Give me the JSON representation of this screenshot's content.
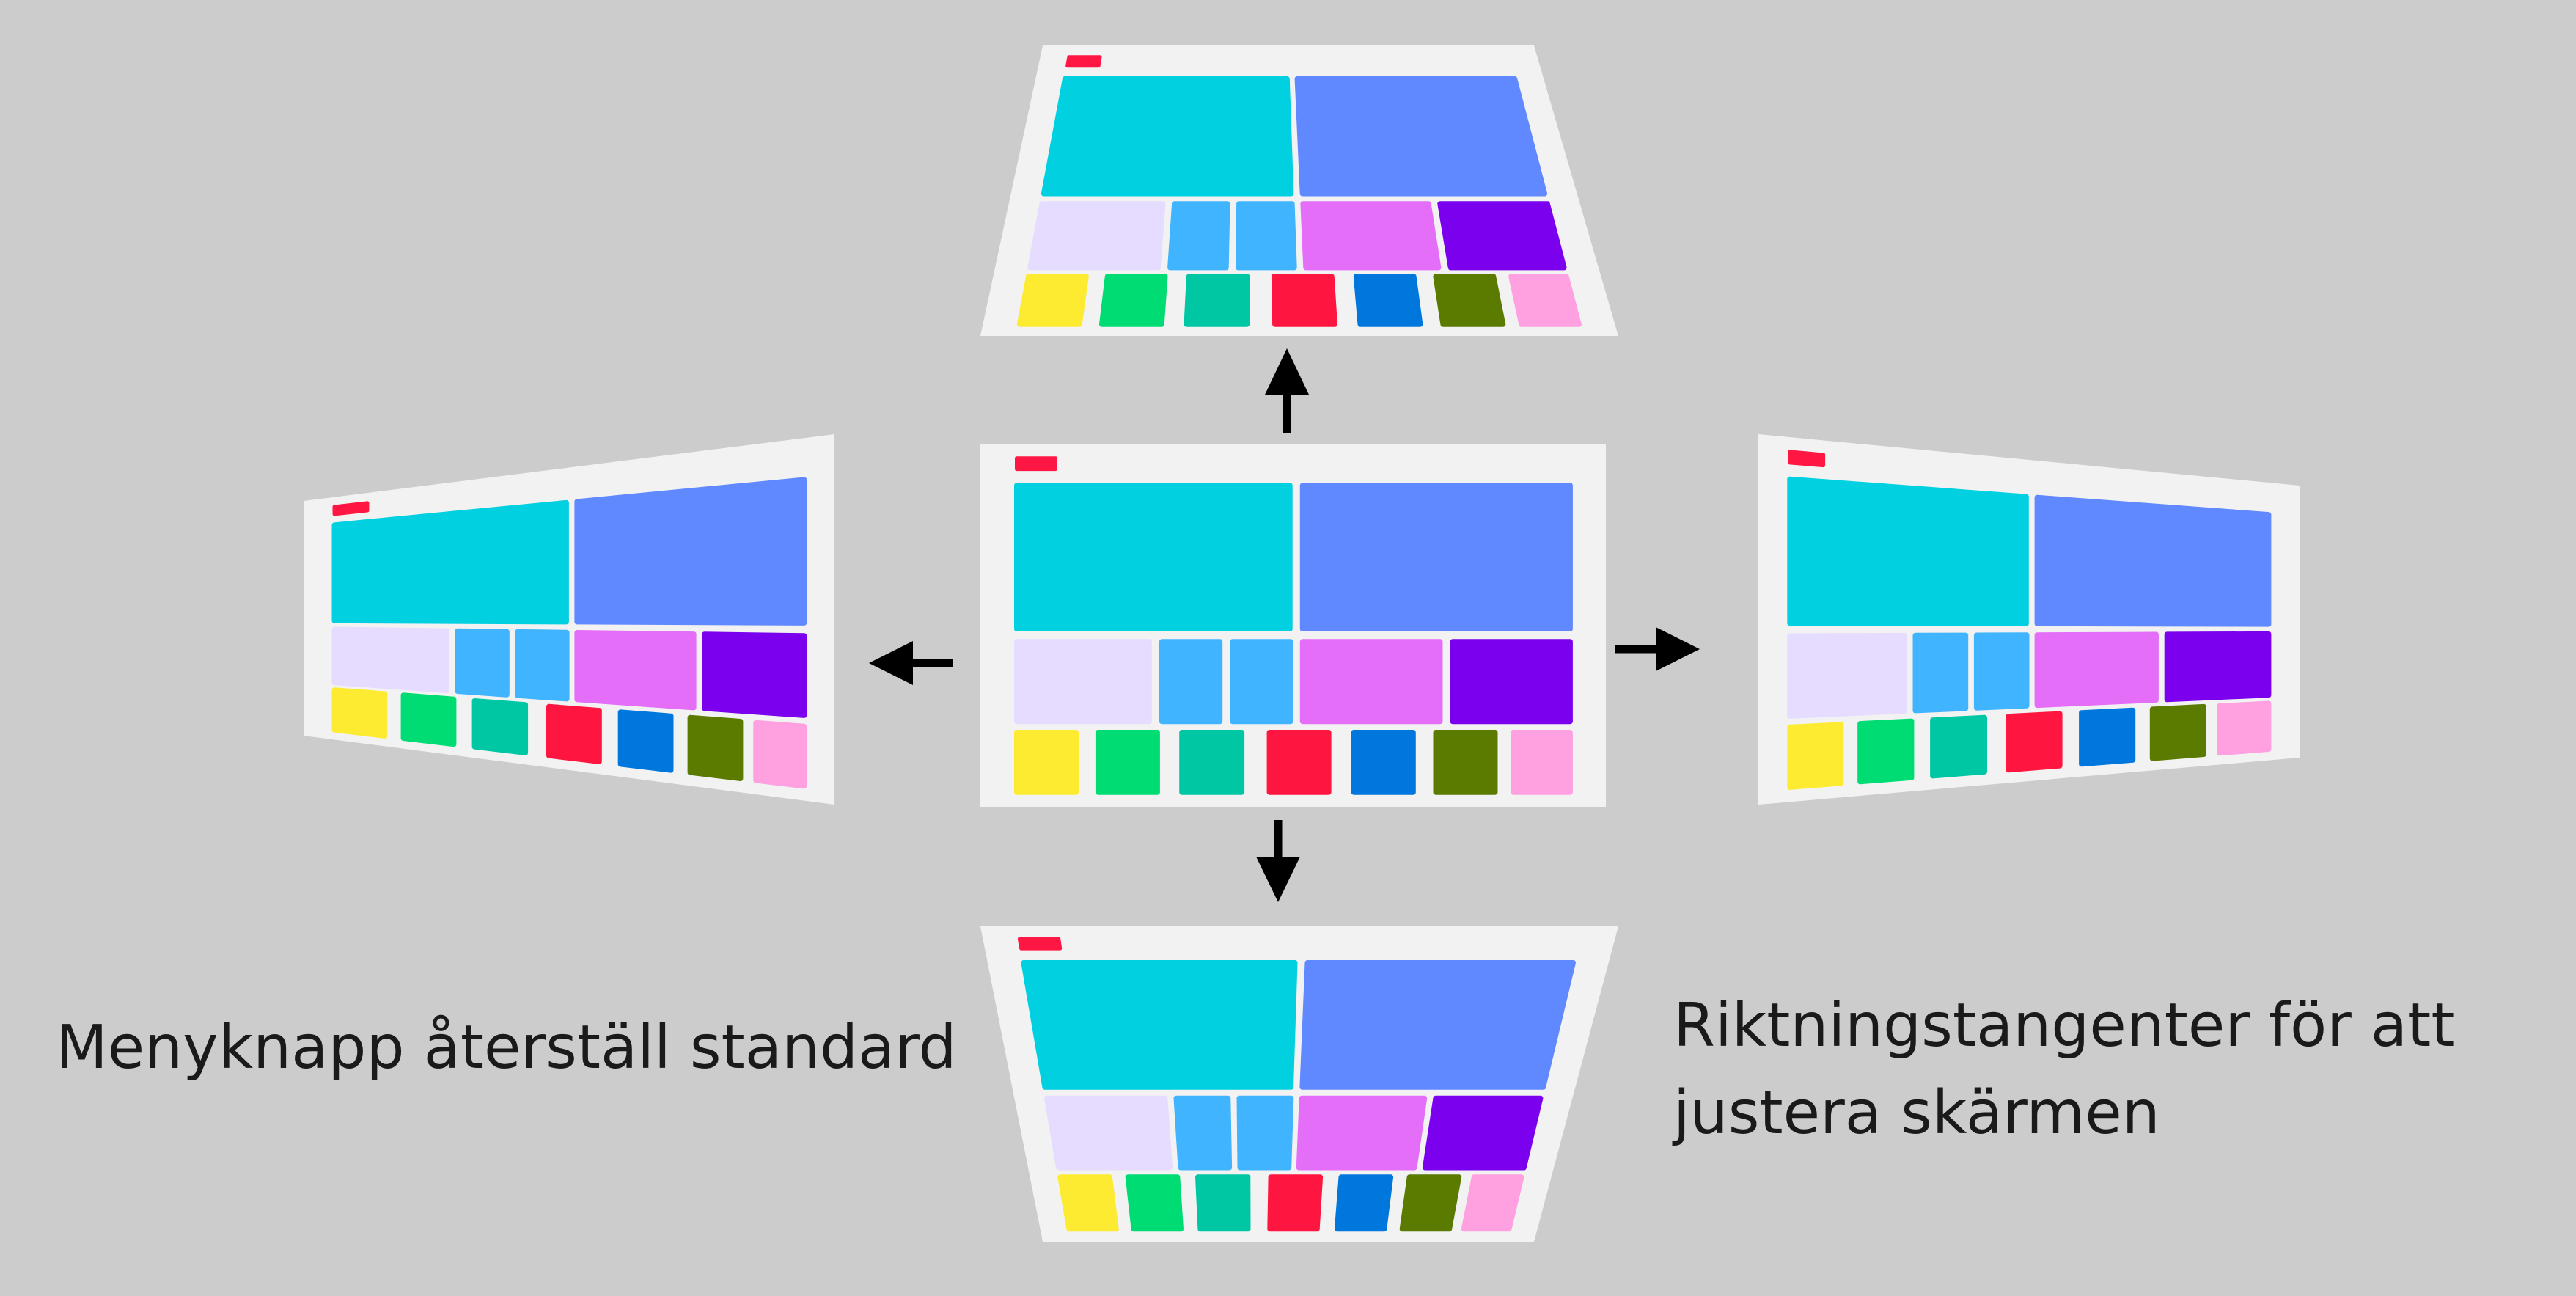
{
  "captions": {
    "menu_reset": "Menyknapp återställ standard",
    "arrow_keys": "Riktningstangenter för att justera skärmen"
  },
  "colors": {
    "background": "#cccccc",
    "screen": "#f2f2f2",
    "arrow": "#000000",
    "indicator": "#ff1744",
    "tiles": {
      "cyan": "#00d0e0",
      "periwinkle": "#6088ff",
      "lavender": "#e6dcff",
      "sky": "#40b4ff",
      "orchid": "#e46ef8",
      "violet": "#7a00ee",
      "yellow": "#fdeb32",
      "green": "#00dc74",
      "teal": "#00c7a3",
      "red": "#ff1640",
      "blue": "#0077dd",
      "olive": "#5a7a00",
      "pink": "#ffa0e0"
    }
  },
  "screens": [
    {
      "name": "center-screen",
      "keystone": "none"
    },
    {
      "name": "top-screen",
      "keystone": "wide-bottom"
    },
    {
      "name": "bottom-screen",
      "keystone": "wide-top"
    },
    {
      "name": "left-screen",
      "keystone": "wide-right"
    },
    {
      "name": "right-screen",
      "keystone": "wide-left"
    }
  ],
  "arrows": [
    "up",
    "down",
    "left",
    "right"
  ]
}
